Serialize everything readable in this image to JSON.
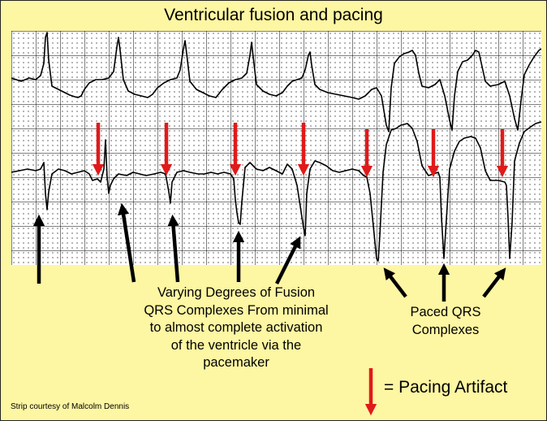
{
  "title": "Ventricular fusion and pacing",
  "fusion_caption": [
    "Varying Degrees of Fusion",
    "QRS Complexes From minimal",
    "to almost complete activation",
    "of the ventricle via the",
    "pacemaker"
  ],
  "paced_caption": [
    "Paced QRS",
    "Complexes"
  ],
  "legend": {
    "label": "= Pacing Artifact"
  },
  "credit": "Strip courtesy of Malcolm Dennis",
  "colors": {
    "background": "#fdf6a3",
    "artifact_arrow": "#e01a1a",
    "indicator_arrow": "#000000",
    "grid": "#000000",
    "trace": "#000000"
  }
}
